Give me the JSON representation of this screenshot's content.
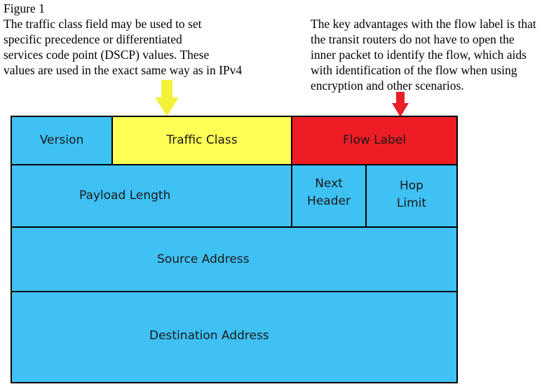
{
  "figure_label": "Figure 1",
  "captions": {
    "traffic_class": [
      "The traffic class field may be used to set",
      "specific precedence or differentiated",
      "services code point (DSCP) values. These",
      "values are used in the exact same way as in IPv4"
    ],
    "flow_label": [
      "The key advantages with the flow label is that",
      "the transit routers do not have to open the",
      "inner packet to identify the flow, which aids",
      "with identification of the flow when using",
      "encryption and other scenarios."
    ]
  },
  "fields": {
    "version": "Version",
    "traffic_class": "Traffic Class",
    "flow_label": "Flow Label",
    "payload_length": "Payload Length",
    "next_header": [
      "Next",
      "Header"
    ],
    "hop_limit": [
      "Hop",
      "Limit"
    ],
    "source_address": "Source Address",
    "destination_address": "Destination Address"
  },
  "colors": {
    "default_field": "#3fc1f4",
    "traffic_class_highlight": "#ffff55",
    "flow_label_highlight": "#ee1c25",
    "traffic_class_arrow": "#f2f23a",
    "flow_label_arrow": "#e8202a",
    "border": "#000000"
  },
  "icons": {
    "traffic_class_pointer": "arrow-down-icon",
    "flow_label_pointer": "arrow-down-icon"
  }
}
